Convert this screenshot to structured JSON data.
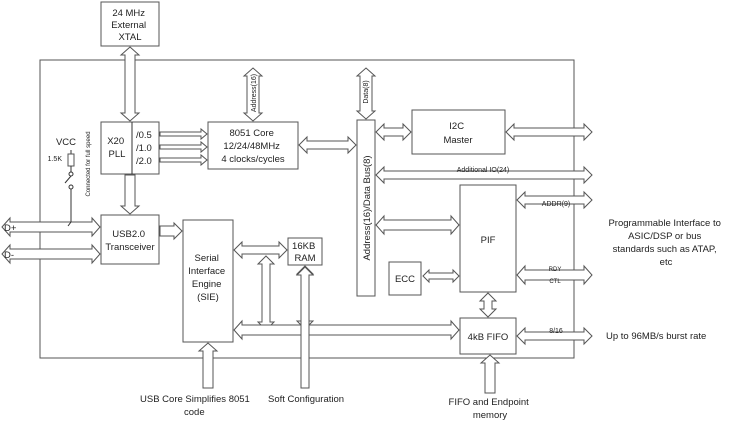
{
  "blocks": {
    "xtal": [
      "24 MHz",
      "External",
      "XTAL"
    ],
    "pll": [
      "X20",
      "PLL"
    ],
    "dividers": [
      "/0.5",
      "/1.0",
      "/2.0"
    ],
    "core": [
      "8051 Core",
      "12/24/48MHz",
      "4 clocks/cycles"
    ],
    "i2c": [
      "I2C",
      "Master"
    ],
    "usb": [
      "USB2.0",
      "Transceiver"
    ],
    "sie": [
      "Serial",
      "Interface",
      "Engine",
      "(SIE)"
    ],
    "ram": [
      "16KB",
      "RAM"
    ],
    "bus": "Address(16)/Data Bus(8)",
    "pif": "PIF",
    "ecc": "ECC",
    "fifo": "4kB FIFO"
  },
  "bus_labels": {
    "address": "Address(16)",
    "data": "Data(8)",
    "additional_io": "Additional IO(24)",
    "addr": "ADDR(9)",
    "rdy": "RDY",
    "ctl": "CTL",
    "fifo_width": "8/16"
  },
  "pins": {
    "vcc": "VCC",
    "resistor": "1.5K",
    "switch_note": "Connected for full speed",
    "dplus": "D+",
    "dminus": "D-"
  },
  "annotations": {
    "pif_desc": [
      "Programmable Interface to",
      "ASIC/DSP or bus",
      "standards such as ATAP,",
      "etc"
    ],
    "burst": "Up to 96MB/s burst rate",
    "usb_core": [
      "USB Core Simplifies 8051",
      "code"
    ],
    "soft_config": "Soft Configuration",
    "fifo_mem": [
      "FIFO and Endpoint",
      "memory"
    ]
  }
}
